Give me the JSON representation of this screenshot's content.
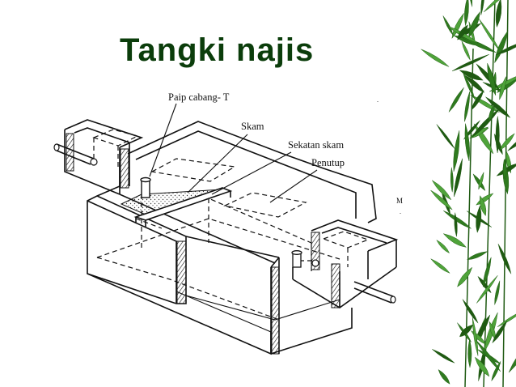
{
  "title": "Tangki najis",
  "diagram": {
    "labels": {
      "tee_pipe": "Paip cabang- T",
      "scum": "Skam",
      "scum_baffle": "Sekatan skam",
      "cover": "Penutup",
      "cutoff_mark": "M"
    }
  },
  "decoration": {
    "leaf_color": "#2f7a1f",
    "leaf_dark": "#1f5a12",
    "leaf_light": "#4fa33a"
  }
}
